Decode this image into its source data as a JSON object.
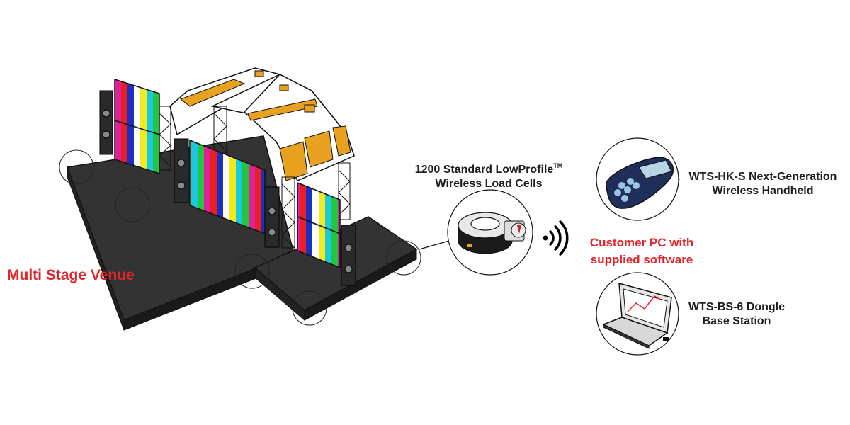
{
  "venue_label": "Multi Stage Venue",
  "load_cells": {
    "line1": "1200 Standard LowProfile",
    "tm": "TM",
    "line2": "Wireless Load Cells"
  },
  "customer_pc": {
    "line1": "Customer PC with",
    "line2": "supplied software"
  },
  "handheld": {
    "line1": "WTS-HK-S Next-Generation",
    "line2": "Wireless Handheld"
  },
  "base_station": {
    "line1": "WTS-BS-6 Dongle",
    "line2": "Base Station"
  },
  "colors": {
    "accent_red": "#e0252b",
    "stage_dark": "#333333",
    "roof_orange": "#e8a21f",
    "device_navy": "#1f2f5a"
  },
  "icons": [
    "wireless-signal-icon",
    "load-cell-icon",
    "handheld-icon",
    "laptop-icon"
  ]
}
